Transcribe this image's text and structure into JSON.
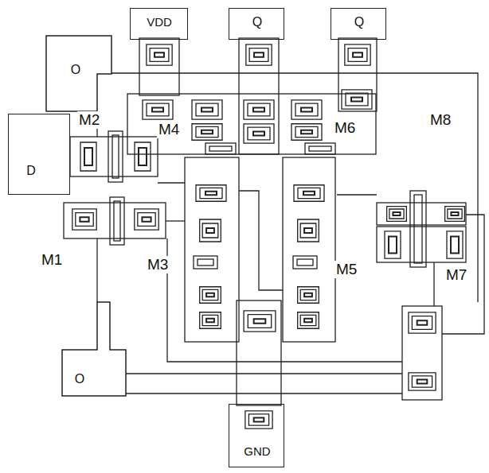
{
  "diagram": {
    "nodes": [
      {
        "text": [
          "VDD"
        ]
      },
      {
        "text": [
          "Q"
        ]
      },
      {
        "text": [
          "Q"
        ]
      },
      {
        "text": [
          "O"
        ]
      },
      {
        "text": [
          "D"
        ]
      },
      {
        "text": [
          "O"
        ]
      },
      {
        "text": [
          "GND"
        ]
      }
    ],
    "labels": [
      "M2",
      "M4",
      "M6",
      "M8",
      "M1",
      "M3",
      "M5",
      "M7"
    ]
  }
}
